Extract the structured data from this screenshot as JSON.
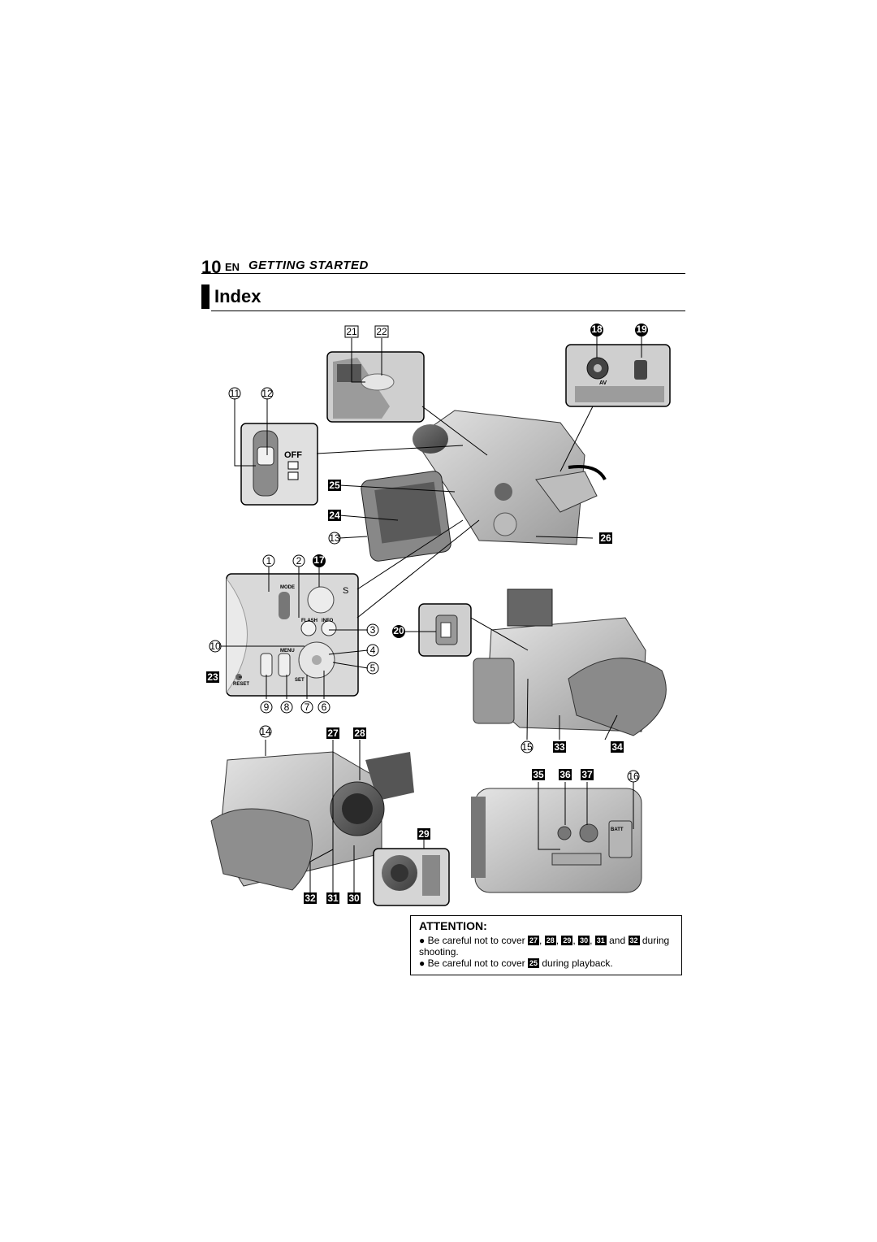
{
  "header": {
    "page_number": "10",
    "lang": "EN",
    "section": "GETTING STARTED"
  },
  "index_title": "Index",
  "figure": {
    "callouts": {
      "c1": "1",
      "c2": "2",
      "c3": "3",
      "c4": "4",
      "c5": "5",
      "c6": "6",
      "c7": "7",
      "c8": "8",
      "c9": "9",
      "c10": "10",
      "c11": "11",
      "c12": "12",
      "c13": "13",
      "c14": "14",
      "c15": "15",
      "c16": "16",
      "c17": "17",
      "c18": "18",
      "c19": "19",
      "c20": "20",
      "c21": "21",
      "c22": "22",
      "c23": "23",
      "c24": "24",
      "c25": "25",
      "c26": "26",
      "c27": "27",
      "c28": "28",
      "c29": "29",
      "c30": "30",
      "c31": "31",
      "c32": "32",
      "c33": "33",
      "c34": "34",
      "c35": "35",
      "c36": "36",
      "c37": "37"
    },
    "switch_labels": {
      "off": "OFF"
    },
    "panel_labels": {
      "mode": "MODE",
      "flash": "FLASH",
      "info": "INFO",
      "menu": "MENU",
      "set": "SET",
      "reset": "RESET",
      "s": "S",
      "av": "AV",
      "batt": "BATT"
    }
  },
  "attention": {
    "title": "ATTENTION:",
    "note1_prefix": "Be careful not to cover",
    "note1_items": [
      "27",
      "28",
      "29",
      "30",
      "31"
    ],
    "note1_and": "and",
    "note1_last": "32",
    "note1_suffix": "during shooting.",
    "note2_prefix": "Be careful not to cover",
    "note2_item": "25",
    "note2_suffix": "during playback."
  }
}
